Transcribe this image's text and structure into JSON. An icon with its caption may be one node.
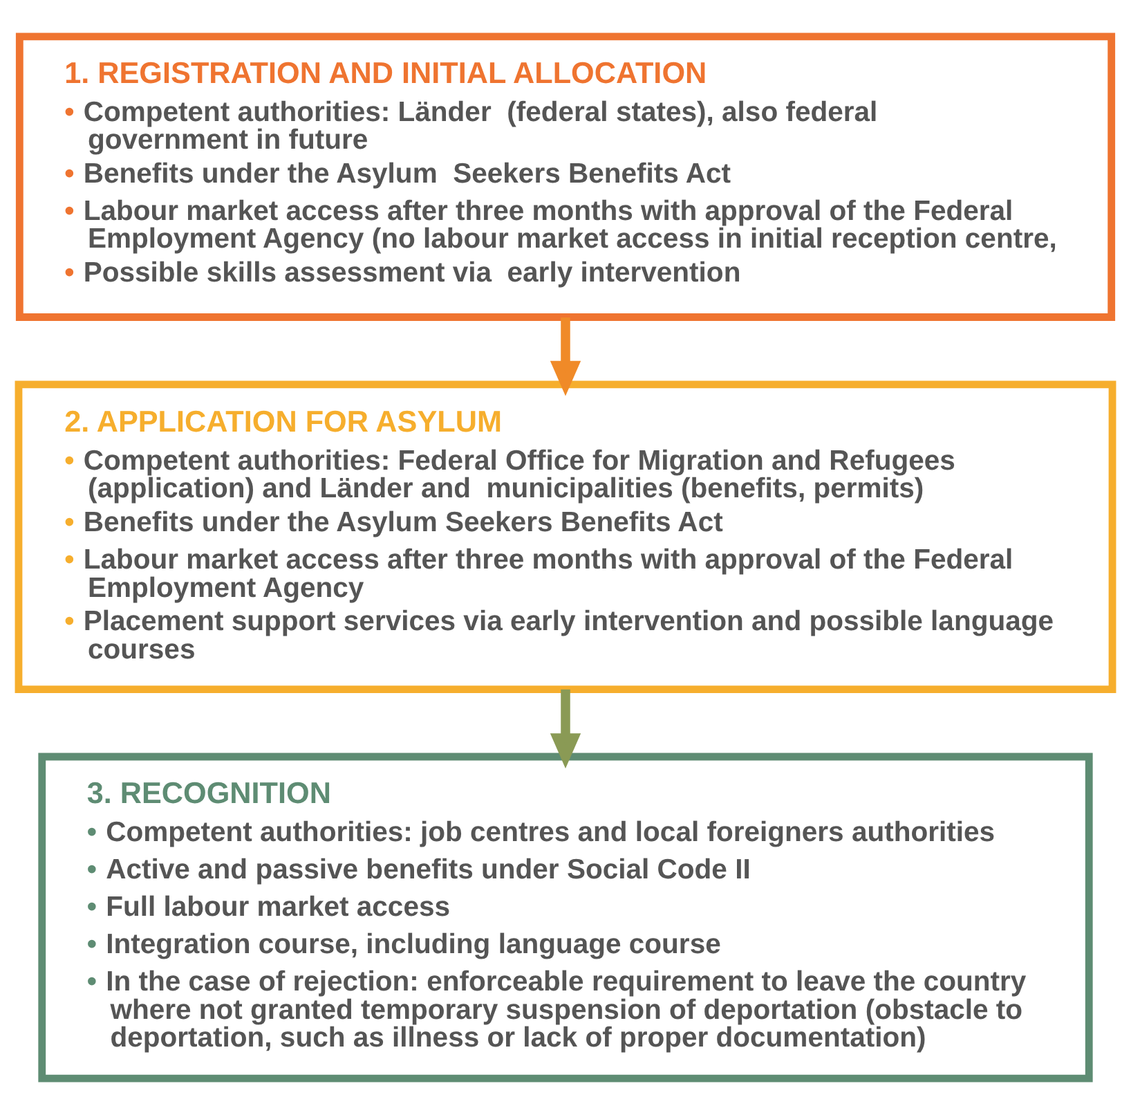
{
  "diagram": {
    "nodes": [
      {
        "text": [
          "1. REGISTRATION AND INITIAL ALLOCATION",
          "• Competent authorities: Länder  (federal states), also federal government in future",
          "• Benefits under the Asylum  Seekers Benefits Act",
          "• Labour market access after three months with approval of the Federal Employment Agency (no labour market access in initial reception centre,",
          "• Possible skills assessment via  early intervention"
        ]
      },
      {
        "text": [
          "2. APPLICATION FOR ASYLUM",
          "• Competent authorities: Federal Office for Migration and Refugees (application) and Länder and  municipalities (benefits, permits)",
          "• Benefits under the Asylum Seekers Benefits Act",
          "• Labour market access after three months with approval of the Federal Employment Agency",
          "• Placement support services via early intervention and possible language courses"
        ]
      },
      {
        "text": [
          "3. RECOGNITION",
          "• Competent authorities: job centres and local foreigners authorities",
          "• Active and passive benefits under Social Code II",
          "• Full labour market access",
          "• Integration course, including language course",
          "• In the case of rejection: enforceable requirement to leave the country where not granted temporary suspension of deportation (obstacle to deportation, such as illness or lack of proper documentation)"
        ]
      }
    ],
    "edges": [
      {
        "from": 0,
        "to": 1,
        "arrow": "to"
      },
      {
        "from": 1,
        "to": 2,
        "arrow": "to",
        "color": "#8a9a55"
      }
    ]
  }
}
